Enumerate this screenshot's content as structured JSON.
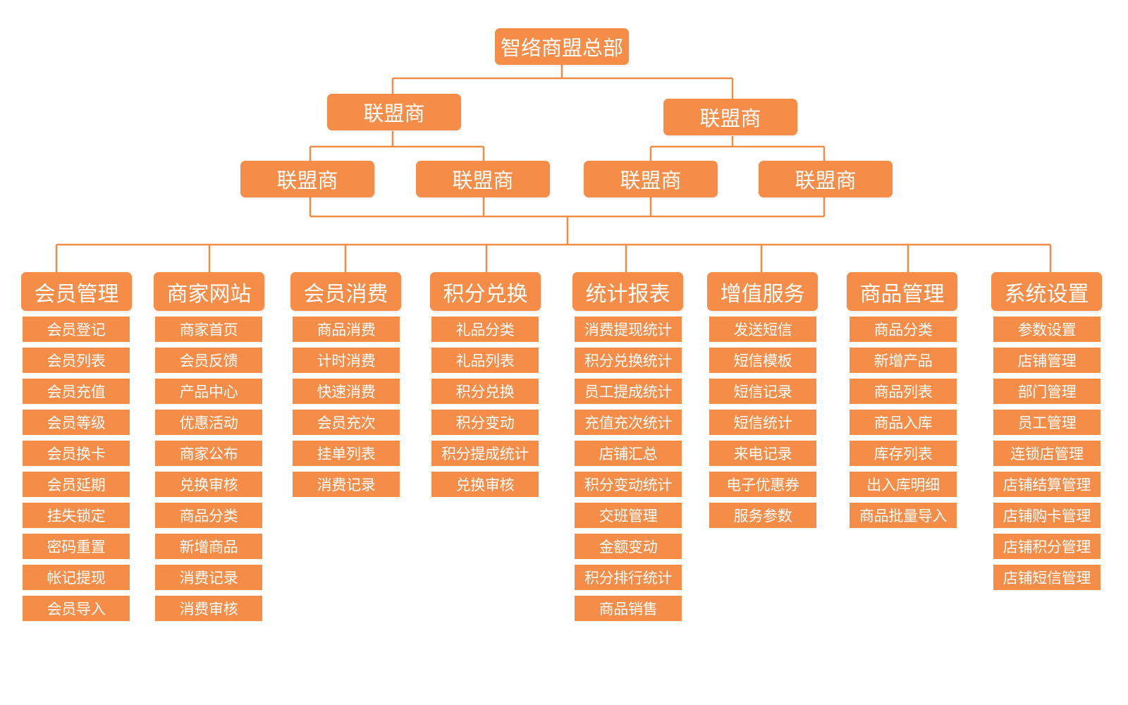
{
  "root": "智络商盟总部",
  "level1": [
    "联盟商",
    "联盟商"
  ],
  "level2": [
    "联盟商",
    "联盟商",
    "联盟商",
    "联盟商"
  ],
  "categories": [
    {
      "title": "会员管理",
      "items": [
        "会员登记",
        "会员列表",
        "会员充值",
        "会员等级",
        "会员换卡",
        "会员延期",
        "挂失锁定",
        "密码重置",
        "帐记提现",
        "会员导入"
      ]
    },
    {
      "title": "商家网站",
      "items": [
        "商家首页",
        "会员反馈",
        "产品中心",
        "优惠活动",
        "商家公布",
        "兑换审核",
        "商品分类",
        "新增商品",
        "消费记录",
        "消费审核"
      ]
    },
    {
      "title": "会员消费",
      "items": [
        "商品消费",
        "计时消费",
        "快速消费",
        "会员充次",
        "挂单列表",
        "消费记录"
      ]
    },
    {
      "title": "积分兑换",
      "items": [
        "礼品分类",
        "礼品列表",
        "积分兑换",
        "积分变动",
        "积分提成统计",
        "兑换审核"
      ]
    },
    {
      "title": "统计报表",
      "items": [
        "消费提现统计",
        "积分兑换统计",
        "员工提成统计",
        "充值充次统计",
        "店铺汇总",
        "积分变动统计",
        "交班管理",
        "金额变动",
        "积分排行统计",
        "商品销售"
      ]
    },
    {
      "title": "增值服务",
      "items": [
        "发送短信",
        "短信模板",
        "短信记录",
        "短信统计",
        "来电记录",
        "电子优惠券",
        "服务参数"
      ]
    },
    {
      "title": "商品管理",
      "items": [
        "商品分类",
        "新增产品",
        "商品列表",
        "商品入库",
        "库存列表",
        "出入库明细",
        "商品批量导入"
      ]
    },
    {
      "title": "系统设置",
      "items": [
        "参数设置",
        "店铺管理",
        "部门管理",
        "员工管理",
        "连锁店管理",
        "店铺结算管理",
        "店铺购卡管理",
        "店铺积分管理",
        "店铺短信管理"
      ]
    }
  ],
  "colors": {
    "box": "#f58c47",
    "line": "#f08c43",
    "text": "#ffffff"
  }
}
